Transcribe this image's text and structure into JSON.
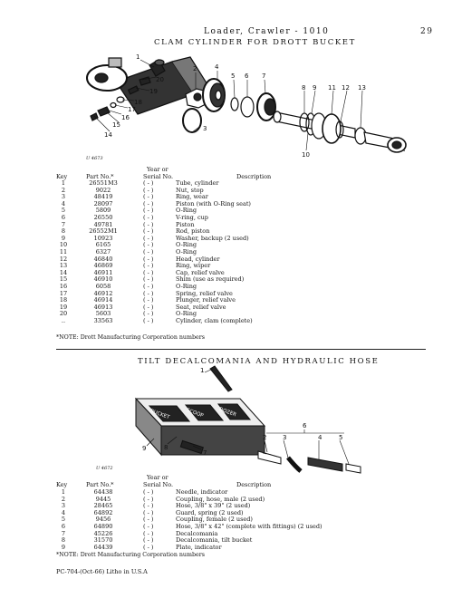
{
  "header": {
    "title": "Loader, Crawler - 1010",
    "page_number": "29"
  },
  "section1": {
    "title": "CLAM CYLINDER FOR DROTT BUCKET",
    "image_code": "U 4673",
    "callouts": [
      "1",
      "2",
      "3",
      "4",
      "5",
      "6",
      "7",
      "8",
      "9",
      "10",
      "11",
      "12",
      "13",
      "14",
      "15",
      "16",
      "17",
      "18",
      "19",
      "20"
    ],
    "columns": {
      "key": "Key",
      "part": "Part No.*",
      "serial_top": "Year or",
      "serial": "Serial No.",
      "desc": "Description"
    },
    "serial_value": "(     -     )",
    "rows": [
      {
        "key": "1",
        "part": "26551M3",
        "desc": "Tube, cylinder"
      },
      {
        "key": "2",
        "part": "9022",
        "desc": "Nut, stop"
      },
      {
        "key": "3",
        "part": "48419",
        "desc": "Ring, wear"
      },
      {
        "key": "4",
        "part": "28097",
        "desc": "Piston (with O-Ring seat)"
      },
      {
        "key": "5",
        "part": "5809",
        "desc": "O-Ring"
      },
      {
        "key": "6",
        "part": "26550",
        "desc": "V-ring, cup"
      },
      {
        "key": "7",
        "part": "49781",
        "desc": "Piston"
      },
      {
        "key": "8",
        "part": "26552M1",
        "desc": "Rod, piston"
      },
      {
        "key": "9",
        "part": "10923",
        "desc": "Washer, backup (2 used)"
      },
      {
        "key": "10",
        "part": "6165",
        "desc": "O-Ring"
      },
      {
        "key": "11",
        "part": "6327",
        "desc": "O-Ring"
      },
      {
        "key": "12",
        "part": "46840",
        "desc": "Head, cylinder"
      },
      {
        "key": "13",
        "part": "46869",
        "desc": "Ring, wiper"
      },
      {
        "key": "14",
        "part": "46911",
        "desc": "Cap, relief valve"
      },
      {
        "key": "15",
        "part": "46910",
        "desc": "Shim (use as required)"
      },
      {
        "key": "16",
        "part": "6058",
        "desc": "O-Ring"
      },
      {
        "key": "17",
        "part": "46912",
        "desc": "Spring, relief valve"
      },
      {
        "key": "18",
        "part": "46914",
        "desc": "Plunger, relief valve"
      },
      {
        "key": "19",
        "part": "46913",
        "desc": "Seat, relief valve"
      },
      {
        "key": "20",
        "part": "5603",
        "desc": "O-Ring"
      },
      {
        "key": "..",
        "part": "33563",
        "desc": "Cylinder, clam (complete)"
      }
    ],
    "note": "*NOTE: Drott Manufacturing Corporation numbers"
  },
  "section2": {
    "title": "TILT DECALCOMANIA AND HYDRAULIC HOSE",
    "image_code": "U 4672",
    "decal_words": [
      "BUCKET",
      "SCOOP",
      "DOZER"
    ],
    "callouts": [
      "1",
      "2",
      "3",
      "4",
      "5",
      "6",
      "7",
      "8",
      "9"
    ],
    "columns": {
      "key": "Key",
      "part": "Part No.*",
      "serial_top": "Year or",
      "serial": "Serial No.",
      "desc": "Description"
    },
    "serial_value": "(     -     )",
    "rows": [
      {
        "key": "1",
        "part": "64438",
        "desc": "Needle, indicator"
      },
      {
        "key": "2",
        "part": "9445",
        "desc": "Coupling, hose, male (2 used)"
      },
      {
        "key": "3",
        "part": "28465",
        "desc": "Hose, 3/8\" x 39\" (2 used)"
      },
      {
        "key": "4",
        "part": "64892",
        "desc": "Guard, spring (2 used)"
      },
      {
        "key": "5",
        "part": "9456",
        "desc": "Coupling, female (2 used)"
      },
      {
        "key": "6",
        "part": "64890",
        "desc": "Hose, 3/8\" x 42\" (complete with fittings) (2 used)"
      },
      {
        "key": "7",
        "part": "45226",
        "desc": "Decalcomania"
      },
      {
        "key": "8",
        "part": "31570",
        "desc": "Decalcomania, tilt bucket"
      },
      {
        "key": "9",
        "part": "64439",
        "desc": "Plate, indicator"
      }
    ],
    "note": "*NOTE: Drott Manufacturing Corporation numbers"
  },
  "footer": {
    "text": "PC-704-(Oct-66) Litho in U.S.A"
  }
}
